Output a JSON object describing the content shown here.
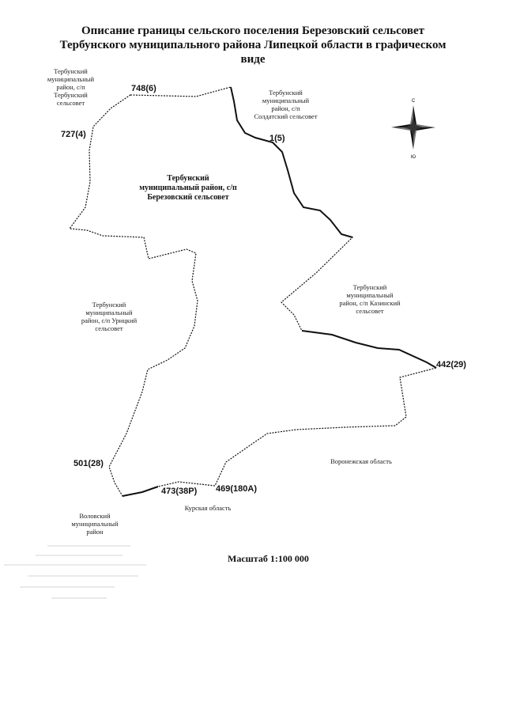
{
  "title": {
    "line1": "Описание границы сельского поселения Березовский сельсовет",
    "line2": "Тербунского муниципального района Липецкой области в графическом",
    "line3": "виде"
  },
  "regions": {
    "nw": [
      "Тербунский",
      "муниципальный",
      "район, с/п",
      "Тербунский",
      "сельсовет"
    ],
    "ne": [
      "Тербунский",
      "муниципальный",
      "район, с/п",
      "Солдатский сельсовет"
    ],
    "west": [
      "Тербунский",
      "муниципальный",
      "район, с/п Урицкий",
      "сельсовет"
    ],
    "east": [
      "Тербунский",
      "муниципальный",
      "район, с/п Казинский",
      "сельсовет"
    ],
    "center": [
      "Тербунский",
      "муниципальный район, с/п",
      "Березовский сельсовет"
    ],
    "voronezh": "Воронежская область",
    "kursk": "Курская область",
    "sw": [
      "Воловский",
      "муниципальный",
      "район"
    ]
  },
  "points": {
    "p748": "748(6)",
    "p727": "727(4)",
    "p1": "1(5)",
    "p442": "442(29)",
    "p501": "501(28)",
    "p473": "473(38Р)",
    "p469": "469(180А)"
  },
  "compass": {
    "north": "С",
    "south": "Ю"
  },
  "scale": "Масштаб 1:100 000"
}
